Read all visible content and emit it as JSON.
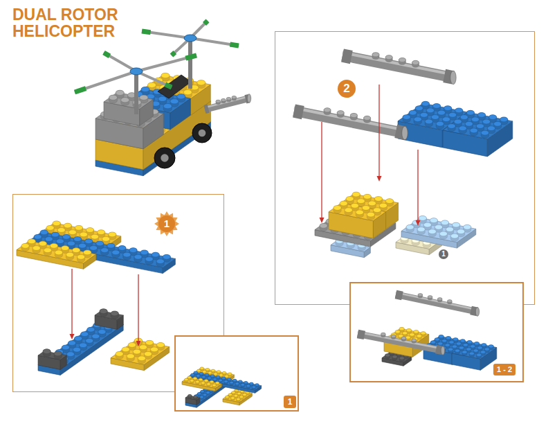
{
  "diagram": {
    "title": "DUAL ROTOR HELICOPTER",
    "nodes": [
      {
        "text": [
          "1"
        ]
      },
      {
        "text": [
          "1"
        ]
      },
      {
        "text": [
          "2",
          "1"
        ]
      },
      {
        "text": [
          "1 - 2"
        ]
      }
    ]
  }
}
